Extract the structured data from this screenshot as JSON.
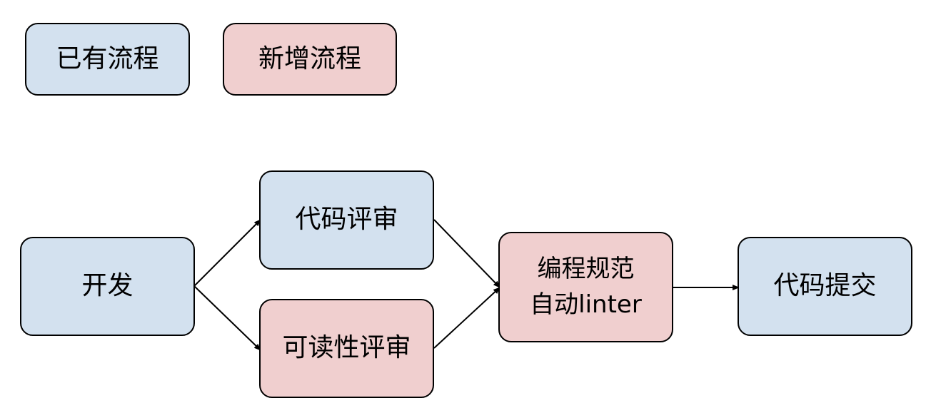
{
  "colors": {
    "existing": "#d3e1ef",
    "new": "#f0cfcf",
    "line": "#000000"
  },
  "legend": {
    "existing": "已有流程",
    "new": "新增流程"
  },
  "nodes": {
    "develop": "开发",
    "code_review": "代码评审",
    "readability_review": "可读性评审",
    "style_line1": "编程规范",
    "style_line2": "自动linter",
    "submit": "代码提交"
  },
  "edges": [
    {
      "from": "develop",
      "to": "code_review"
    },
    {
      "from": "develop",
      "to": "readability_review"
    },
    {
      "from": "code_review",
      "to": "style_linter"
    },
    {
      "from": "readability_review",
      "to": "style_linter"
    },
    {
      "from": "style_linter",
      "to": "submit"
    }
  ]
}
